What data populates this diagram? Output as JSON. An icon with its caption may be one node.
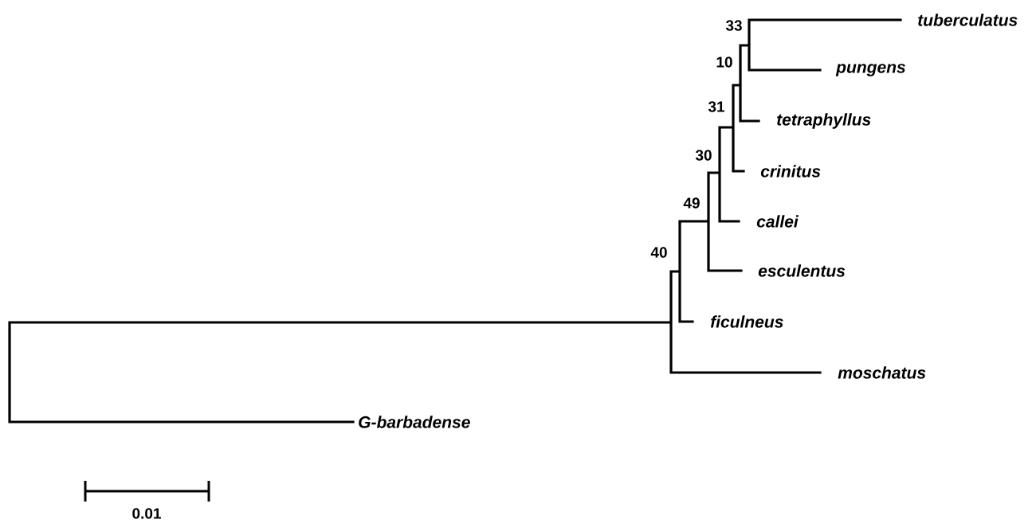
{
  "diagram": {
    "labels": [
      "33",
      "tuberculatus",
      "10",
      "pungens",
      "31",
      "tetraphyllus",
      "30",
      "crinitus",
      "49",
      "callei",
      "40",
      "esculentus",
      "ficulneus",
      "moschatus",
      "G-barbadense",
      "0.01"
    ]
  }
}
